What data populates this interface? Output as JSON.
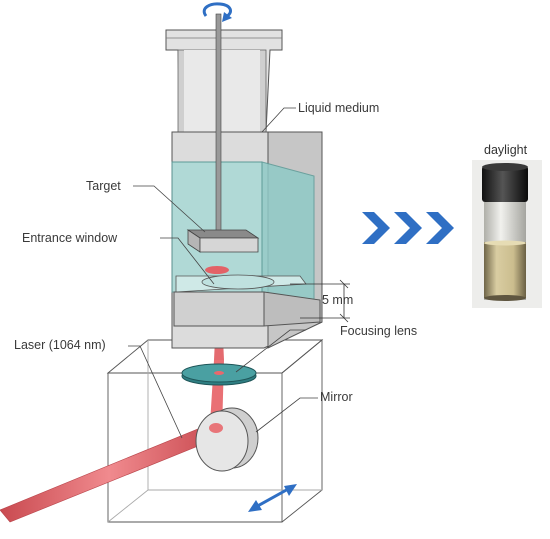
{
  "labels": {
    "liquid_medium": "Liquid medium",
    "target": "Target",
    "entrance_window": "Entrance window",
    "dimension": "5 mm",
    "focusing_lens": "Focusing lens",
    "laser": "Laser (1064 nm)",
    "mirror": "Mirror",
    "photo_caption": "daylight"
  },
  "icons": {
    "rotation": "rotation-arrow-icon",
    "transition": "triple-chevron-right-icon",
    "translation": "double-headed-arrow-icon"
  },
  "colors": {
    "laser_beam": "#e0565b",
    "accent_blue": "#2f6fc4",
    "liquid": "#a9d9d6",
    "lens": "#3d8f92",
    "housing": "#d8d8d8",
    "nanoparticle_liquid": "#c9b98a"
  }
}
